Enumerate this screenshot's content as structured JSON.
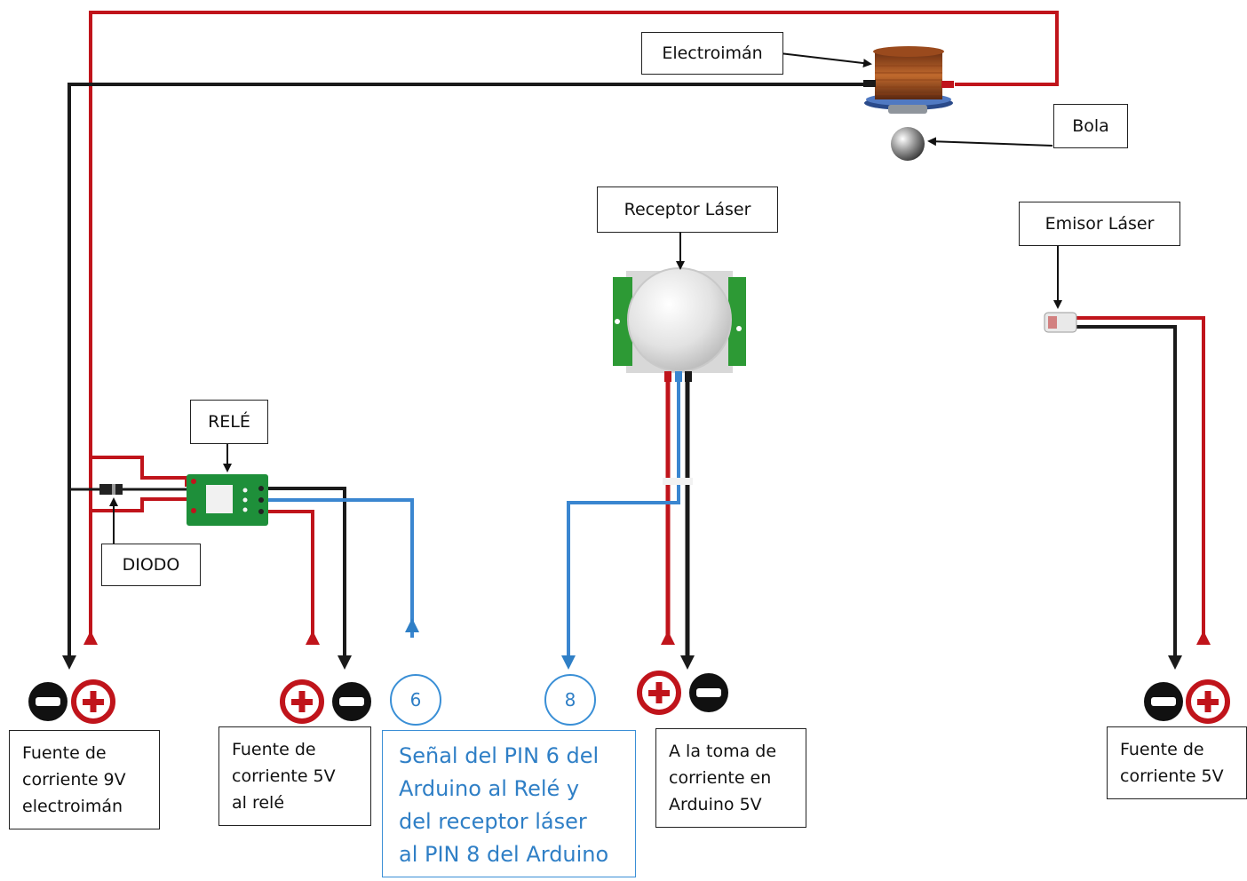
{
  "labels": {
    "electroiman": "Electroimán",
    "bola": "Bola",
    "receptor": "Receptor Láser",
    "emisor": "Emisor Láser",
    "rele": "RELÉ",
    "diodo": "DIODO"
  },
  "pins": {
    "pin6": "6",
    "pin8": "8"
  },
  "notes": {
    "fuente9v": "Fuente de\ncorriente 9V\nelectroimán",
    "fuente5v_rele": "Fuente de\ncorriente 5V\nal relé",
    "senal": "Señal del PIN 6 del\nArduino  al Relé y\ndel receptor láser\nal PIN 8 del Arduino",
    "toma_arduino": "A la toma de\ncorriente en\nArduino 5V",
    "fuente5v": "Fuente de\ncorriente 5V"
  },
  "colors": {
    "positive_wire": "#c0141b",
    "negative_wire": "#1a1a1a",
    "signal_wire": "#3a86d0",
    "relay_board": "#1e8f3a",
    "sensor_board": "#2d9a35"
  }
}
